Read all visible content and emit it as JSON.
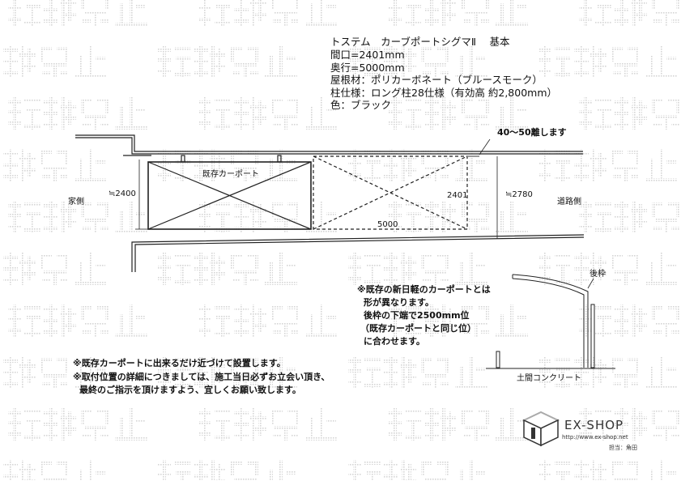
{
  "watermark": "転載禁止",
  "spec": {
    "title": "トステム　カーブポートシグマⅡ　 基本",
    "width": "間口=2401mm",
    "depth": "奥行=5000mm",
    "roof": "屋根材：ポリカーボネート（ブルースモーク）",
    "pillar": "柱仕様：ロング柱28仕様（有効高 約2,800mm）",
    "color": "色：ブラック"
  },
  "plan": {
    "gap_note": "40～50離します",
    "existing_carport": "既存カーポート",
    "house_side": "家側",
    "road_side": "道路側",
    "dim_existing_width": "≒2400",
    "dim_new_width": "2401",
    "dim_new_depth": "5000",
    "dim_total": "≒2780"
  },
  "side_note": {
    "lines": [
      "※既存の新日軽のカーポートとは",
      "形が異なります。",
      "後枠の下端で2500mm位",
      "（既存カーポートと同じ位）",
      "に合わせます。"
    ],
    "rear_frame": "後枠",
    "ground": "土間コンクリート"
  },
  "notes": [
    "※既存カーポートに出来るだけ近づけて設置します。",
    "※取付位置の詳細につきましては、施工当日必ずお立会い頂き、",
    "最終のご指示を頂けますよう、宜しくお願い致します。"
  ],
  "logo": {
    "name": "EX-SHOP",
    "url": "http://www.ex-shop.net",
    "staff": "担当：角田"
  }
}
